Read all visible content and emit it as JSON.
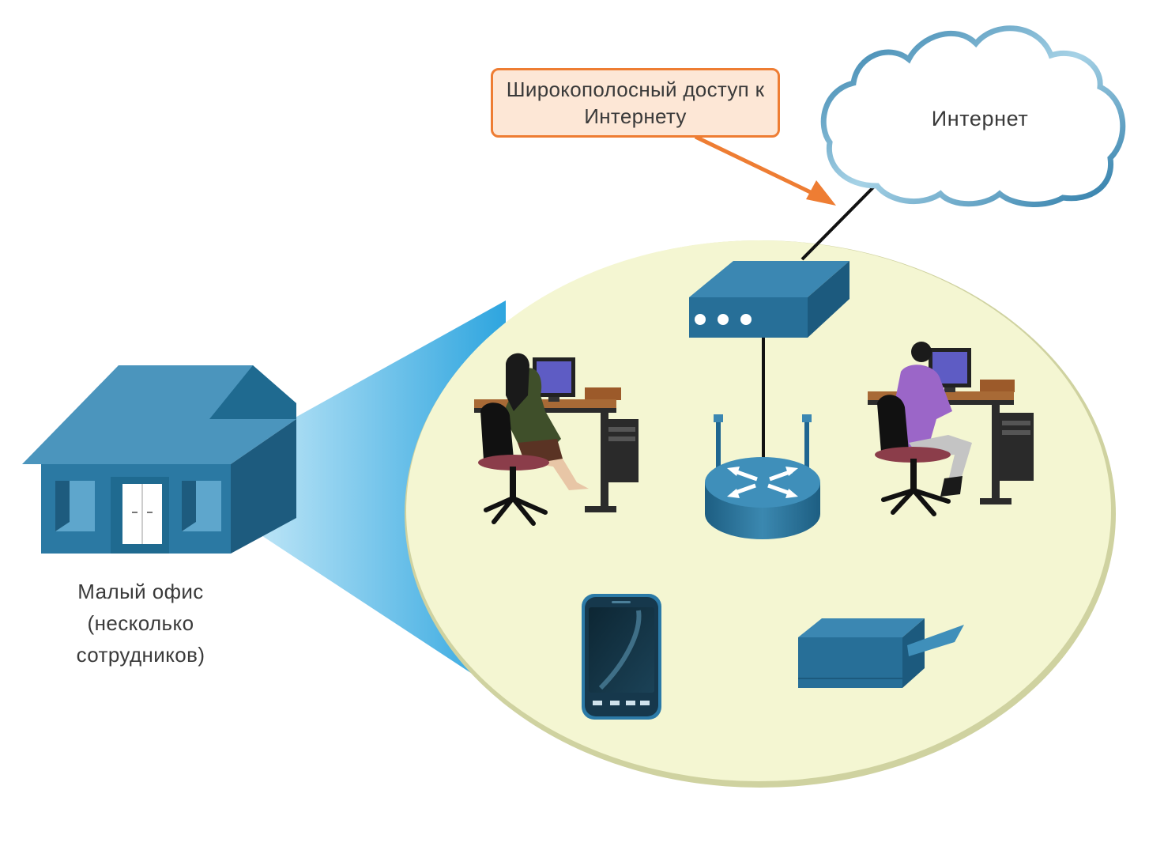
{
  "callout": {
    "line1": "Широкополосный доступ к",
    "line2": "Интернету"
  },
  "cloud": {
    "label": "Интернет"
  },
  "office": {
    "line1": "Малый офис",
    "line2": "(несколько",
    "line3": "сотрудников)"
  },
  "colors": {
    "device_blue": "#256f96",
    "cloud_outline": "#5a9cc0",
    "callout_border": "#ee7d33",
    "callout_fill": "#fde7d6",
    "lan_area": "#f4f6d2",
    "zoom_cone": "#4bb0e0"
  },
  "icons": [
    "house-icon",
    "cloud-icon",
    "modem-icon",
    "wireless-router-icon",
    "user-workstation-icon",
    "smartphone-icon",
    "printer-icon"
  ]
}
